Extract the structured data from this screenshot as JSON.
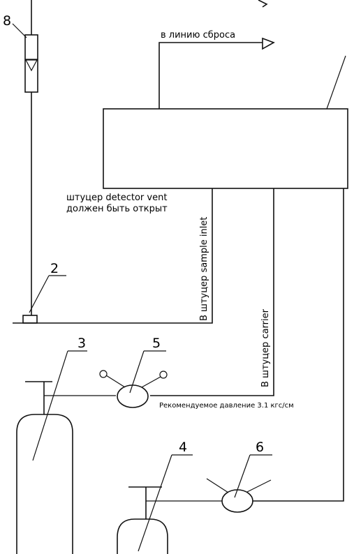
{
  "labels": {
    "n8": "8",
    "n2": "2",
    "n3": "3",
    "n5": "5",
    "n4": "4",
    "n6": "6",
    "vent_line": "в линию сброса",
    "detector_vent_1": "штуцер detector vent",
    "detector_vent_2": "должен быть открыт",
    "sample_inlet": "В штуцер sample inlet",
    "carrier": "В штуцер carrier",
    "pressure": "Рекомендуемое давление 3.1 кгс/см"
  }
}
